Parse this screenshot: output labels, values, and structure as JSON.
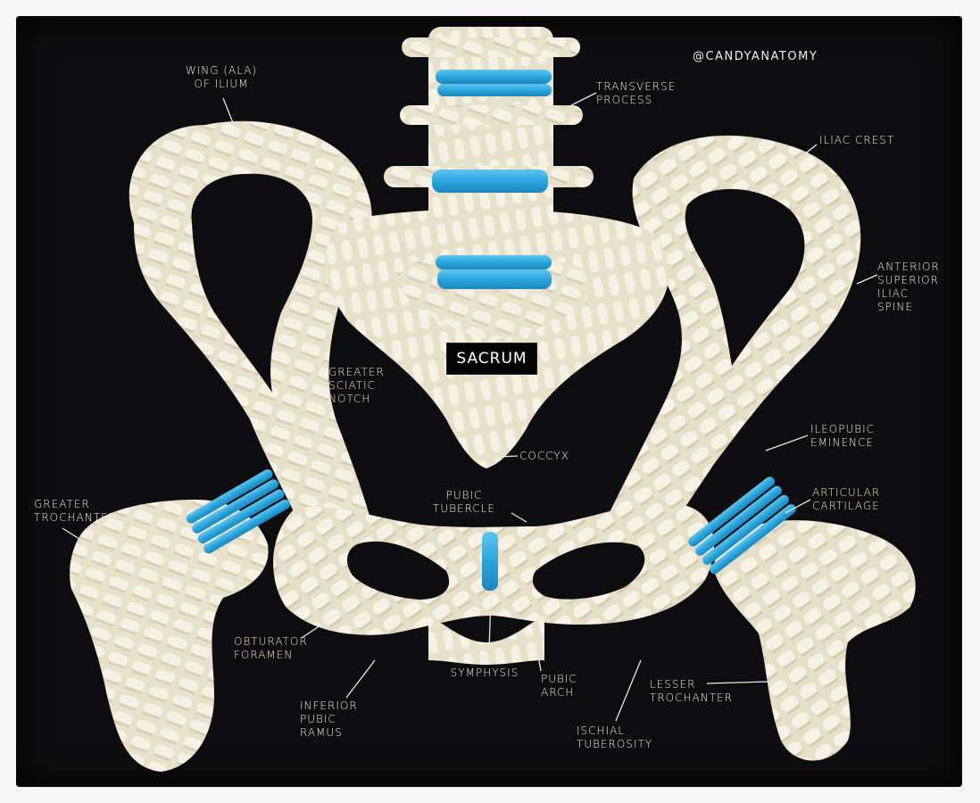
{
  "watermark": "@CANDYANATOMY",
  "sacrum_label": "SACRUM",
  "labels": {
    "wing_of_ilium": "WING (ALA)\nOF ILIUM",
    "transverse_process": "TRANSVERSE\nPROCESS",
    "iliac_crest": "ILIAC CREST",
    "asis": "ANTERIOR\nSUPERIOR\nILIAC\nSPINE",
    "greater_sciatic_notch": "GREATER\nSCIATIC\nNOTCH",
    "coccyx": "COCCYX",
    "ileopubic_eminence": "ILEOPUBIC\nEMINENCE",
    "pubic_tubercle": "PUBIC\nTUBERCLE",
    "articular_cartilage": "ARTICULAR\nCARTILAGE",
    "greater_trochanter": "GREATER\nTROCHANTER",
    "obturator_foramen": "OBTURATOR\nFORAMEN",
    "pubic_symphysis": "PUBIC\nSYMPHYSIS",
    "pubic_arch": "PUBIC\nARCH",
    "inferior_pubic_ramus": "INFERIOR\nPUBIC\nRAMUS",
    "ischial_tuberosity": "ISCHIAL\nTUBEROSITY",
    "lesser_trochanter": "LESSER\nTROCHANTER"
  },
  "colors": {
    "board": "#0d0d0f",
    "candy_bone": "#efe9d8",
    "candy_shadow": "#cfc7b0",
    "cartilage_blue": "#2aa6dd",
    "label_text": "#ededed",
    "label_highlight": "#f1e7c0"
  }
}
